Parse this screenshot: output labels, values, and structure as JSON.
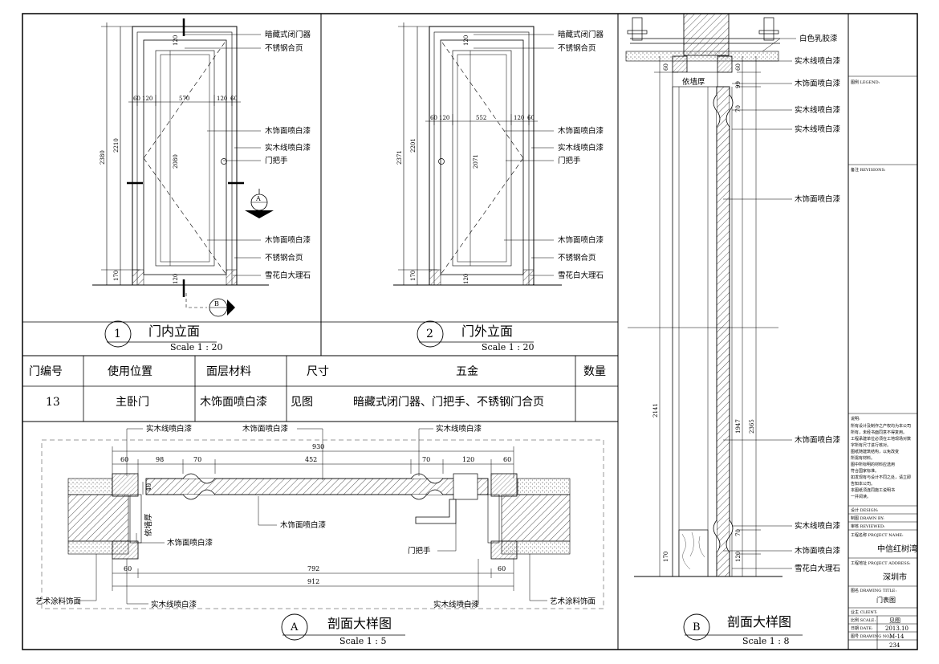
{
  "elev1": {
    "num": "1",
    "title": "门内立面",
    "scale": "Scale 1 : 20",
    "labels": [
      "暗藏式闭门器",
      "不锈钢合页",
      "木饰面喷白漆",
      "实木线喷白漆",
      "门把手",
      "木饰面喷白漆",
      "不锈钢合页",
      "雪花白大理石"
    ],
    "dims": {
      "w": "570",
      "l60": "60",
      "l120": "120",
      "r120": "120",
      "r60": "60",
      "h2380": "2380",
      "h2210": "2210",
      "h2080": "2080",
      "h170": "170",
      "t120": "120",
      "b120": "120"
    },
    "tagA": "A",
    "tagB": "B"
  },
  "elev2": {
    "num": "2",
    "title": "门外立面",
    "scale": "Scale 1 : 20",
    "labels": [
      "暗藏式闭门器",
      "不锈钢合页",
      "木饰面喷白漆",
      "实木线喷白漆",
      "门把手",
      "木饰面喷白漆",
      "不锈钢合页",
      "雪花白大理石"
    ],
    "dims": {
      "w": "552",
      "l60": "60",
      "l120": "120",
      "r120": "120",
      "r60": "60",
      "h2371": "2371",
      "h2201": "2201",
      "h2071": "2071",
      "h170": "170",
      "t120": "120",
      "b120": "120"
    }
  },
  "table": {
    "headers": [
      "门编号",
      "使用位置",
      "面层材料",
      "尺寸",
      "五金",
      "数量"
    ],
    "row": [
      "13",
      "主卧门",
      "木饰面喷白漆",
      "见图",
      "暗藏式闭门器、门把手、不锈钢门合页",
      ""
    ]
  },
  "sectionA": {
    "tag": "A",
    "title": "剖面大样图",
    "scale": "Scale 1 : 5",
    "labels": [
      "实木线喷白漆",
      "木饰面喷白漆",
      "实木线喷白漆",
      "木饰面喷白漆",
      "木饰面喷白漆",
      "依墙厚",
      "门把手",
      "艺术涂料饰面",
      "实木线喷白漆",
      "实木线喷白漆",
      "艺术涂料饰面"
    ],
    "dims": [
      "930",
      "60",
      "98",
      "70",
      "452",
      "70",
      "120",
      "60",
      "792",
      "60",
      "60",
      "912",
      "40"
    ]
  },
  "sectionB": {
    "tag": "B",
    "title": "剖面大样图",
    "scale": "Scale 1 : 8",
    "labels": [
      "白色乳胶漆",
      "实木线喷白漆",
      "木饰面喷白漆",
      "实木线喷白漆",
      "实木线喷白漆",
      "木饰面喷白漆",
      "木饰面喷白漆",
      "实木线喷白漆",
      "木饰面喷白漆",
      "雪花白大理石",
      "依墙厚"
    ],
    "dims": [
      "60",
      "60",
      "99",
      "70",
      "2141",
      "1947",
      "2365",
      "70",
      "120",
      "170"
    ]
  },
  "titleblock": {
    "legend": "图例 LEGEND:",
    "revisions": "备注 REVISIONS:",
    "notes_head": "说明:",
    "notes": [
      "所有设计及制作之产权均为本公司",
      "所有，未经书面同意不得复用。",
      "工程承建单位必须在工地现场对数",
      "字所有尺寸进行核对。",
      "图纸随建筑结构，以免改变",
      "所需有材料。",
      "图中所标明的材料应选用",
      "符合国家标准。",
      "如发现有与设计不同之处，请立即",
      "告知本公司。",
      "本图纸须连同施工说明书",
      "一并阅读。"
    ],
    "design": "设计 DESIGN:",
    "drawn": "制图 DRAWN BY:",
    "reviewed": "审核 REVIEWED:",
    "project_label": "工程名称 PROJECT NAME:",
    "project": "中信红树湾",
    "address_label": "工程地址 PROJECT ADDRESS:",
    "address": "深圳市",
    "title_label": "图名 DRAWING TITLE:",
    "title": "门表图",
    "client": "业主 CLIENT:",
    "scale_label": "比例 SCALE:",
    "scale": "见图",
    "date_label": "日期 DATE:",
    "date": "2013.10",
    "no_label": "图号 DRAWING NO.:",
    "no": "M-14",
    "page": "234"
  }
}
